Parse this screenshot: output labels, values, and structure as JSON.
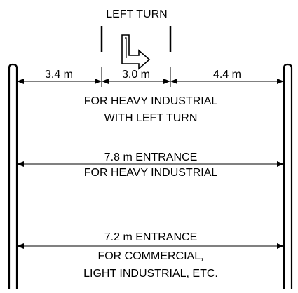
{
  "diagram": {
    "top_label": "LEFT TURN",
    "dimensions": {
      "left_lane": "3.4 m",
      "turn_lane": "3.0 m",
      "right_lane": "4.4 m"
    },
    "section1": {
      "line1": "FOR HEAVY INDUSTRIAL",
      "line2": "WITH LEFT TURN"
    },
    "section2": {
      "title": "7.8 m ENTRANCE",
      "subtitle": "FOR HEAVY INDUSTRIAL"
    },
    "section3": {
      "title": "7.2 m ENTRANCE",
      "line1": "FOR COMMERCIAL,",
      "line2": "LIGHT INDUSTRIAL, ETC."
    },
    "colors": {
      "line": "#000000",
      "background": "#ffffff"
    },
    "icons": [
      "left-turn-arrow-icon"
    ]
  }
}
